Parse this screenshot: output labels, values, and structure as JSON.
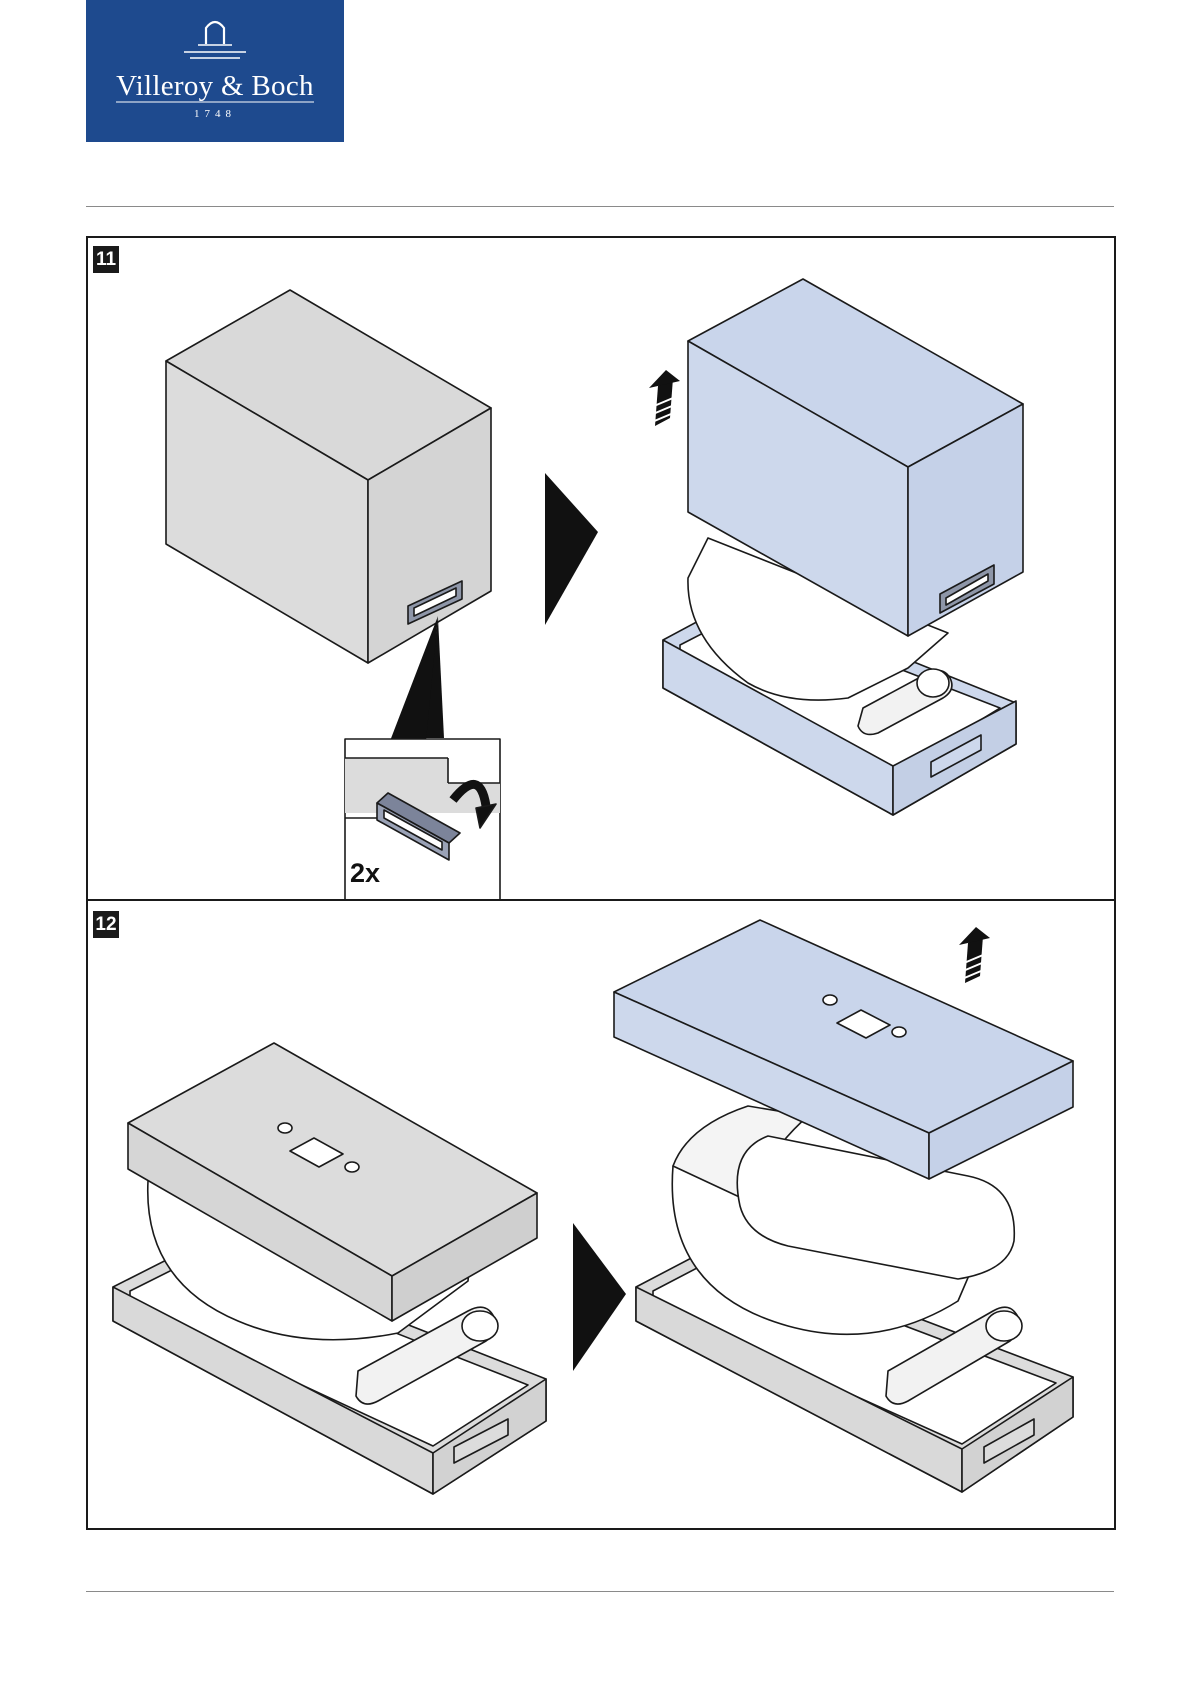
{
  "header": {
    "logo_name": "Villeroy & Boch",
    "logo_year": "1748",
    "brand_color": "#1e4a8e"
  },
  "steps": [
    {
      "number": "11",
      "detail_count": "2x"
    },
    {
      "number": "12"
    }
  ],
  "colors": {
    "neutral_fill": "#dcdcdc",
    "highlight_fill": "#cdd8ec",
    "line": "#1a1a1a"
  },
  "icons": [
    "arrow-right-icon",
    "lift-arrow-icon",
    "rotate-arrow-icon",
    "handle-icon"
  ]
}
